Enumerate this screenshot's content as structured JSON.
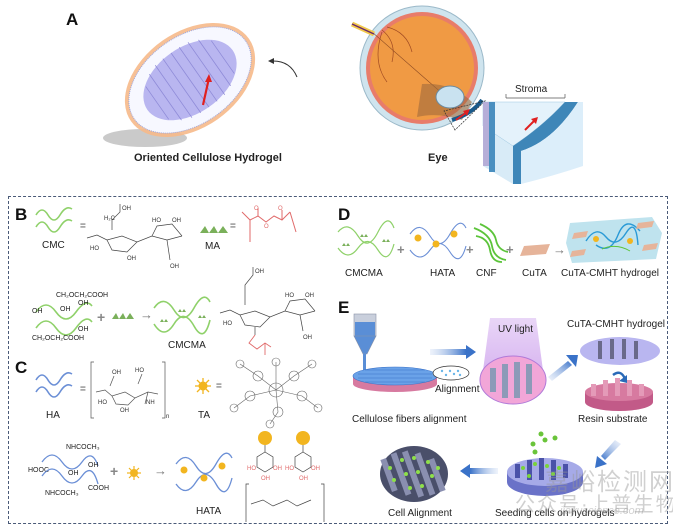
{
  "panels": {
    "A": {
      "letter": "A",
      "hydrogel_label": "Oriented Cellulose Hydrogel",
      "eye_label": "Eye",
      "stroma_label": "Stroma"
    },
    "B": {
      "letter": "B",
      "cmc_label": "CMC",
      "ma_label": "MA",
      "cmcma_label": "CMCMA",
      "equals": "=",
      "plus": "+",
      "arrow": "→",
      "substituents": [
        "CH₂OCH₂COOH",
        "OH",
        "OH",
        "OH",
        "OH",
        "CH₂OCH₂COOH"
      ]
    },
    "C": {
      "letter": "C",
      "ha_label": "HA",
      "ta_label": "TA",
      "hata_label": "HATA",
      "substituents": [
        "NHCOCH₃",
        "HOOC",
        "OH",
        "OH",
        "NHCOCH₃",
        "COOH"
      ]
    },
    "D": {
      "letter": "D",
      "components": [
        "CMCMA",
        "HATA",
        "CNF",
        "CuTA",
        "CuTA-CMHT hydrogel"
      ]
    },
    "E": {
      "letter": "E",
      "steps": {
        "cellulose": "Cellulose fibers alignment",
        "alignment": "Alignment",
        "uv": "UV light",
        "hydrogel": "CuTA-CMHT hydrogel",
        "resin": "Resin substrate",
        "seeding": "Seeding cells on hydrogels",
        "cell_alignment": "Cell Alignment"
      }
    }
  },
  "watermark": {
    "main": "嘉峪检测网",
    "sub": "公众号·上普生物",
    "url": "jiayuscience.com"
  },
  "colors": {
    "cmc_green": "#8fd16a",
    "ha_blue": "#6b8fd6",
    "ma_red": "#e06a6a",
    "ta_yellow": "#f2b51f",
    "arrow_red": "#e02020",
    "dash_border": "#4a5a78",
    "hydrogel_purple": "#b9b6f0",
    "resin_pink": "#d77aa0"
  }
}
